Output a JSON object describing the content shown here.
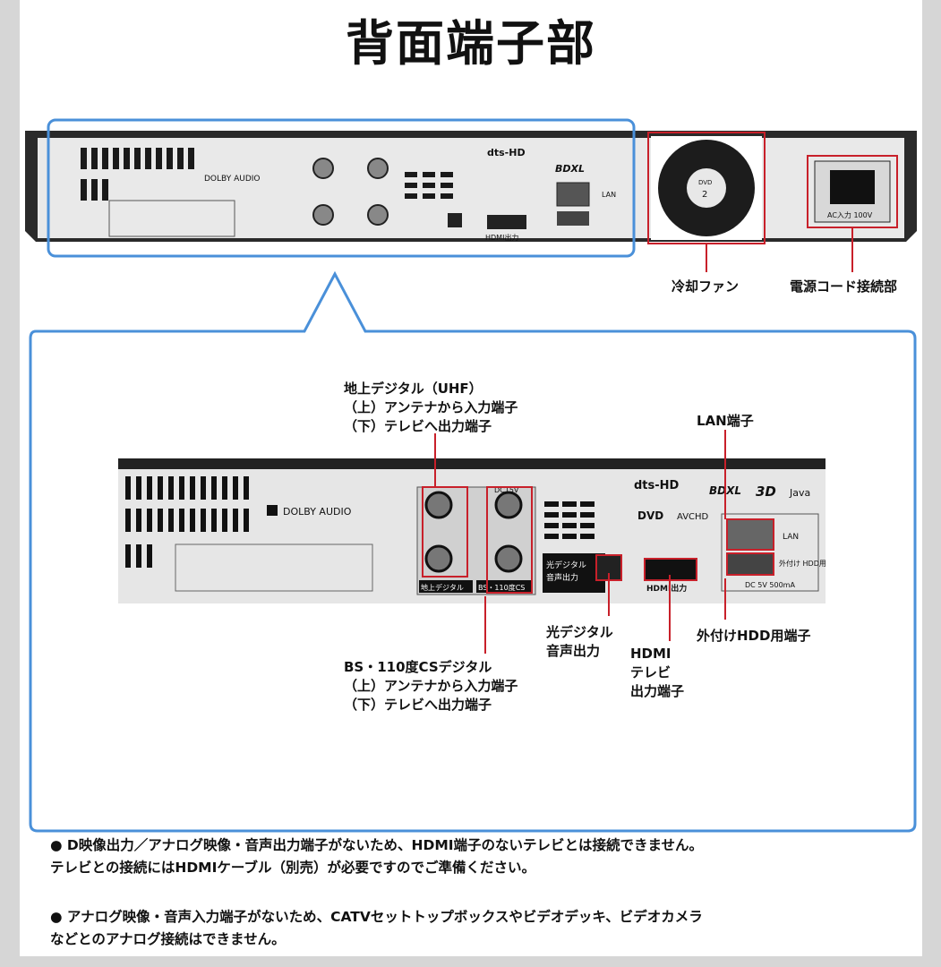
{
  "title": "背面端子部",
  "top_labels": {
    "fan": "冷却ファン",
    "power": "電源コード接続部"
  },
  "device": {
    "dolby": "DOLBY AUDIO",
    "dts": "dts-HD",
    "bdxl": "BDXL",
    "blu3d": "3D",
    "java": "Java",
    "dvd": "DVD",
    "avchd": "AVCHD",
    "lan": "LAN",
    "hdd": "外付け HDD用",
    "dc5v": "DC 5V 500mA",
    "dc15v": "DC15V",
    "hdmi_out": "HDMI出力",
    "optical": "光デジタル 音声出力",
    "chijou": "地上デジタル",
    "bs": "BS・110度CS",
    "ac": "AC入力 100V",
    "fan_dvd": "DVD"
  },
  "callouts": {
    "uhf": [
      "地上デジタル（UHF）",
      "（上）アンテナから入力端子",
      "（下）テレビへ出力端子"
    ],
    "lan": "LAN端子",
    "optical": [
      "光デジタル",
      "音声出力"
    ],
    "hdmi": [
      "HDMI",
      "テレビ",
      "出力端子"
    ],
    "hdd": "外付けHDD用端子",
    "bs": [
      "BS・110度CSデジタル",
      "（上）アンテナから入力端子",
      "（下）テレビへ出力端子"
    ]
  },
  "notes": [
    [
      "● D映像出力／アナログ映像・音声出力端子がないため、HDMI端子のないテレビとは接続できません。",
      "テレビとの接続にはHDMIケーブル（別売）が必要ですのでご準備ください。"
    ],
    [
      "● アナログ映像・音声入力端子がないため、CATVセットトップボックスやビデオデッキ、ビデオカメラ",
      "などとのアナログ接続はできません。"
    ]
  ],
  "colors": {
    "callout_line": "#c8202a",
    "frame_blue": "#4a90d9",
    "panel": "#e6e6e6",
    "chassis": "#2a2a2a"
  }
}
